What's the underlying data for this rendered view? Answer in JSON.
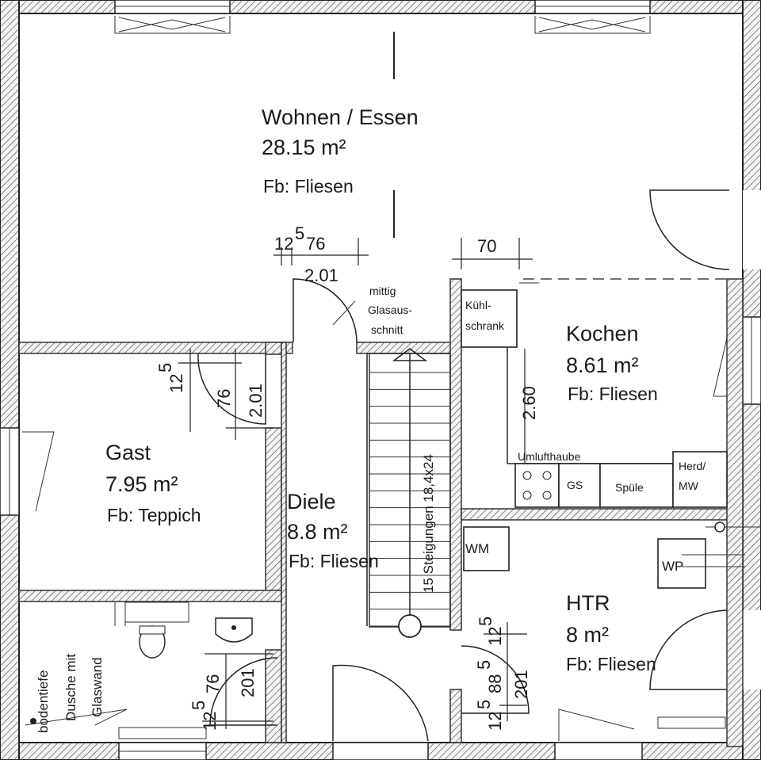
{
  "rooms": {
    "wohnen": {
      "name": "Wohnen / Essen",
      "area": "28.15 m²",
      "floor": "Fb: Fliesen"
    },
    "kochen": {
      "name": "Kochen",
      "area": "8.61 m²",
      "floor": "Fb: Fliesen"
    },
    "gast": {
      "name": "Gast",
      "area": "7.95 m²",
      "floor": "Fb: Teppich"
    },
    "diele": {
      "name": "Diele",
      "area": "8.8 m²",
      "floor": "Fb: Fliesen"
    },
    "htr": {
      "name": "HTR",
      "area": "8 m²",
      "floor": "Fb: Fliesen"
    }
  },
  "fixtures": {
    "kuehlschrank_1": "Kühl-",
    "kuehlschrank_2": "schrank",
    "umlufthaube": "Umlufthaube",
    "gs": "GS",
    "spuele": "Spüle",
    "herd_1": "Herd/",
    "herd_2": "MW",
    "wm": "WM",
    "wp": "WP",
    "mittig_1": "mittig",
    "mittig_2": "Glasaus-",
    "mittig_3": "schnitt",
    "stair": "15 Steigungen 18,4x24",
    "shower_1": "bodentiefe",
    "shower_2": "Dusche mit",
    "shower_3": "Glaswand"
  },
  "dimensions": {
    "d12": "12",
    "d5a": "5",
    "d76a": "76",
    "d201a": "2.01",
    "d70": "70",
    "d125a": "12",
    "d5b": "5",
    "d76b": "76",
    "d201b": "2.01",
    "d260": "2.60",
    "d125c": "12",
    "d5c": "5",
    "d76c": "76",
    "d201c": "201",
    "d125d": "12",
    "d5d": "5",
    "d201d": "201",
    "d125e": "12",
    "d5e": "5",
    "d88": "88",
    "d5f": "5"
  }
}
